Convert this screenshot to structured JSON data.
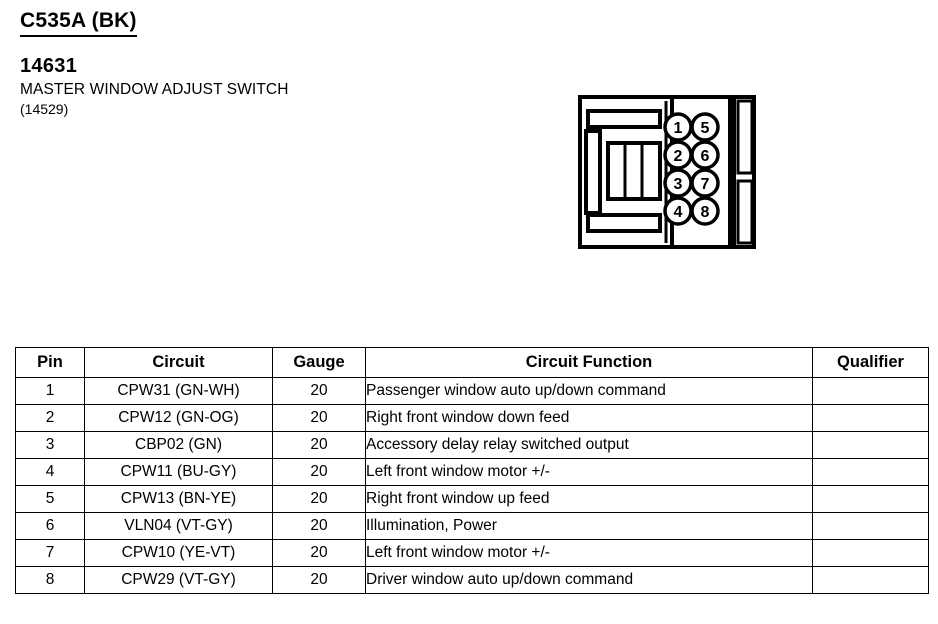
{
  "header": {
    "connector_title": "C535A (BK)",
    "part_number": "14631",
    "part_description": "MASTER WINDOW ADJUST SWITCH",
    "part_alt_number": "(14529)"
  },
  "connector": {
    "name": "8-way-connector-face-view",
    "pin_count": 8,
    "pins_left_column": [
      "1",
      "2",
      "3",
      "4"
    ],
    "pins_right_column": [
      "5",
      "6",
      "7",
      "8"
    ],
    "outline_color": "#000000",
    "fill_color": "#ffffff"
  },
  "table": {
    "columns": [
      "Pin",
      "Circuit",
      "Gauge",
      "Circuit Function",
      "Qualifier"
    ],
    "rows": [
      {
        "pin": "1",
        "circuit": "CPW31 (GN-WH)",
        "gauge": "20",
        "function": "Passenger window auto up/down command",
        "qualifier": ""
      },
      {
        "pin": "2",
        "circuit": "CPW12 (GN-OG)",
        "gauge": "20",
        "function": "Right front window down feed",
        "qualifier": ""
      },
      {
        "pin": "3",
        "circuit": "CBP02 (GN)",
        "gauge": "20",
        "function": "Accessory delay relay switched output",
        "qualifier": ""
      },
      {
        "pin": "4",
        "circuit": "CPW11 (BU-GY)",
        "gauge": "20",
        "function": "Left front window motor +/-",
        "qualifier": ""
      },
      {
        "pin": "5",
        "circuit": "CPW13 (BN-YE)",
        "gauge": "20",
        "function": "Right front window up feed",
        "qualifier": ""
      },
      {
        "pin": "6",
        "circuit": "VLN04 (VT-GY)",
        "gauge": "20",
        "function": "Illumination, Power",
        "qualifier": ""
      },
      {
        "pin": "7",
        "circuit": "CPW10 (YE-VT)",
        "gauge": "20",
        "function": "Left front window motor +/-",
        "qualifier": ""
      },
      {
        "pin": "8",
        "circuit": "CPW29 (VT-GY)",
        "gauge": "20",
        "function": "Driver window auto up/down command",
        "qualifier": ""
      }
    ]
  }
}
